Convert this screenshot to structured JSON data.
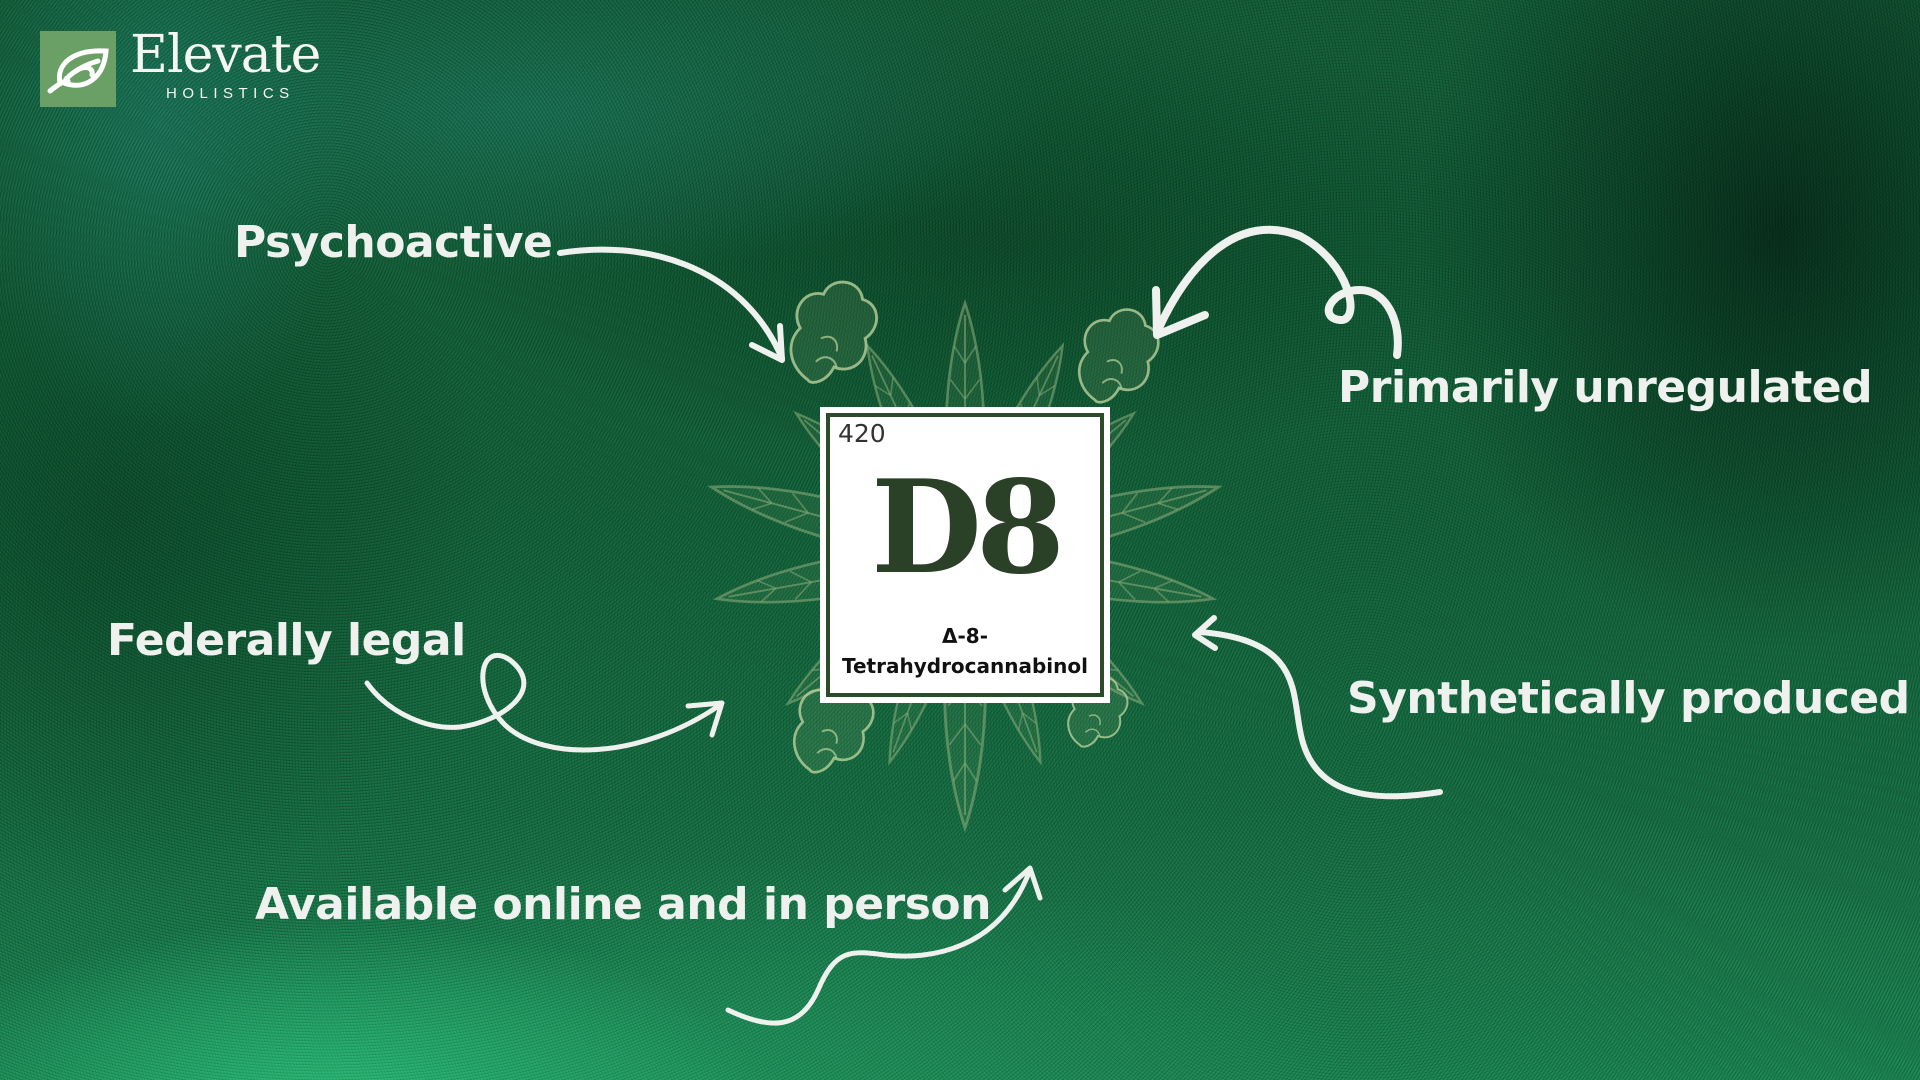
{
  "brand": {
    "name": "Elevate",
    "subtitle": "HOLISTICS",
    "logo_icon": "leaf-icon",
    "logo_color": "#6aa066"
  },
  "card": {
    "number": "420",
    "symbol": "D8",
    "name_line1": "Δ-8-",
    "name_line2": "Tetrahydrocannabinol",
    "border_color": "#2d4a2a",
    "symbol_color": "#2a4127"
  },
  "labels": {
    "psychoactive": "Psychoactive",
    "unregulated": "Primarily unregulated",
    "federally_legal": "Federally legal",
    "synthetic": "Synthetically produced",
    "availability": "Available online and in person"
  },
  "decor": {
    "illustration": "cannabis-leaf-wreath-icon",
    "arrow_color": "#eef1ee",
    "leaf_line_color": "#9fba8a"
  }
}
